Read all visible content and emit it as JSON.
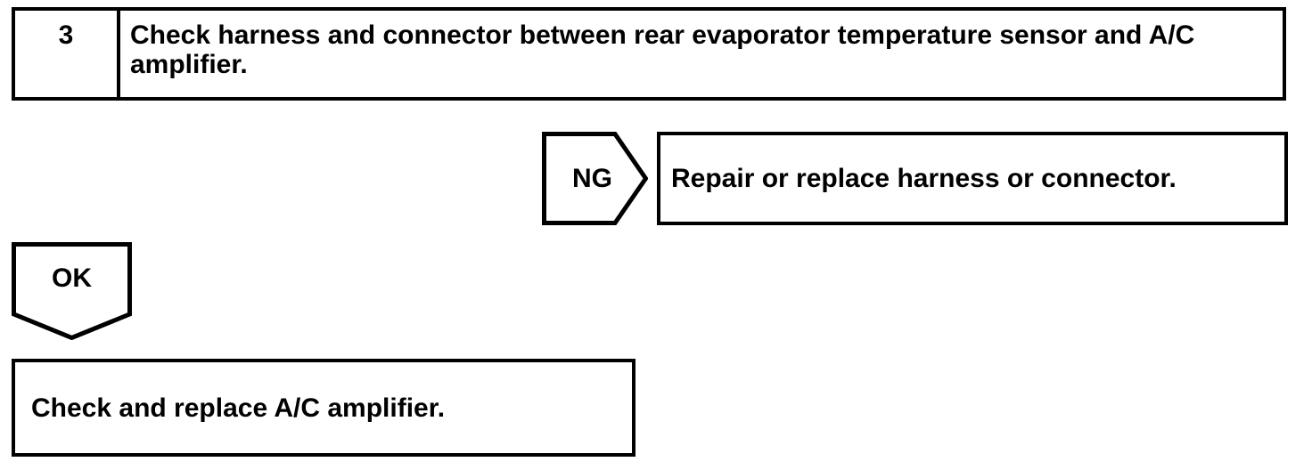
{
  "flowchart": {
    "step": {
      "number": "3",
      "instruction": "Check harness and connector between rear evaporator temperature sensor and A/C amplifier."
    },
    "ng_branch": {
      "label": "NG",
      "action": "Repair or replace harness or connector."
    },
    "ok_branch": {
      "label": "OK",
      "action": "Check and replace A/C amplifier."
    }
  },
  "colors": {
    "line": "#000000",
    "background": "#ffffff"
  }
}
